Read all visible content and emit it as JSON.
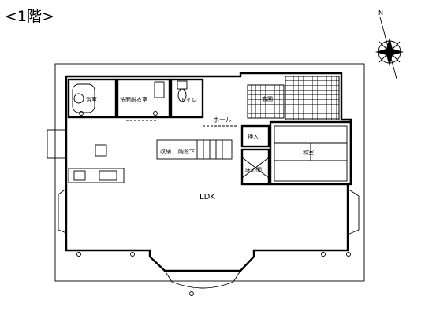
{
  "floor_title": "<1階>",
  "compass": {
    "north_label": "N"
  },
  "rooms": {
    "bath": "浴室",
    "washroom": "洗面脱衣室",
    "toilet": "トイレ",
    "hall": "ホール",
    "entrance": "玄関",
    "closet": "押入",
    "tatami": "和室",
    "alcove": "床の間",
    "storage": "収納",
    "stairs_storage": "階段下",
    "ldk": "LDK"
  }
}
